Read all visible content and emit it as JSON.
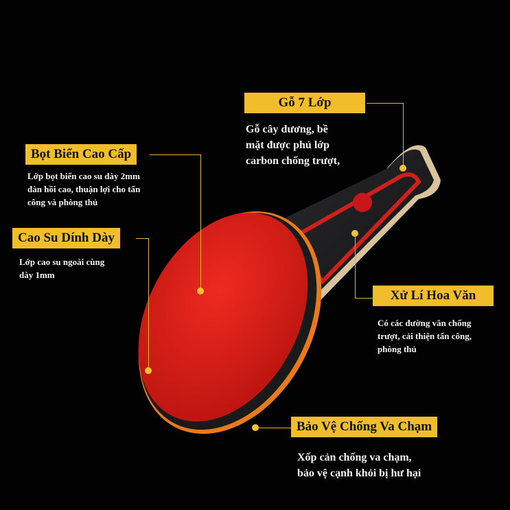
{
  "features": [
    {
      "title": "Bọt Biển Cao Cấp",
      "description": [
        "Lớp bọt biển cao su dày 2mm",
        "đàn hồi cao, thuận lợi cho tấn",
        "công và phòng thủ"
      ]
    },
    {
      "title": "Cao Su Dính Dày",
      "description": [
        "Lớp cao su ngoài cùng",
        "dày 1mm"
      ]
    },
    {
      "title": "Gỗ 7 Lớp",
      "description": [
        "Gỗ cây dương, bề",
        "mặt được phủ lớp",
        "carbon chống trượt,"
      ]
    },
    {
      "title": "Xử Lí Hoa Văn",
      "description": [
        "Có các đường vân chống",
        "trượt, cải thiện tấn công,",
        "phòng thủ"
      ]
    },
    {
      "title": "Bảo Vệ Chống Va Chạm",
      "description": [
        "Xốp cản chống va chạm,",
        "bảo vệ cạnh khỏi bị hư hại"
      ]
    }
  ],
  "colors": {
    "accent": "#f1bd2b",
    "rubber": "#e0231c",
    "background": "#020202"
  }
}
